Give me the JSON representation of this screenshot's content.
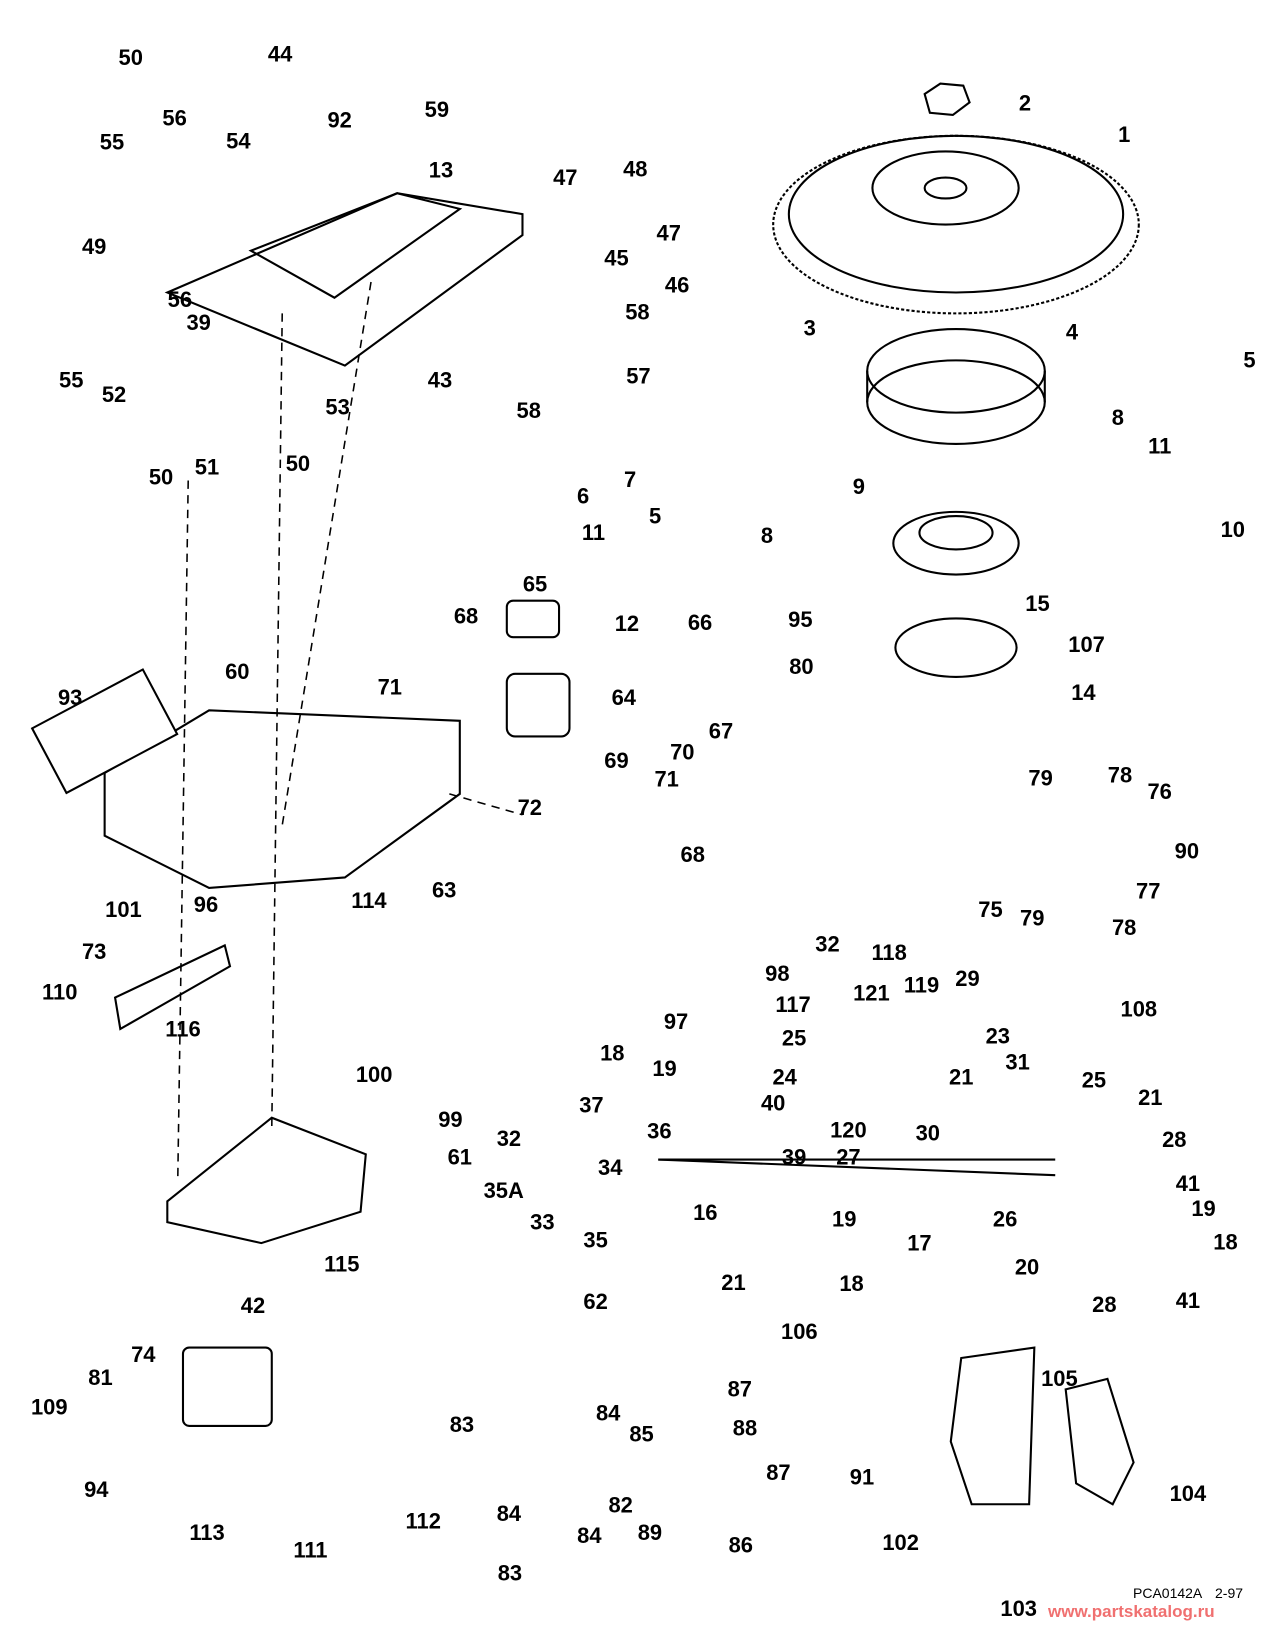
{
  "diagram": {
    "callouts": [
      "50",
      "44",
      "56",
      "54",
      "92",
      "59",
      "13",
      "47",
      "48",
      "47",
      "45",
      "46",
      "55",
      "49",
      "56",
      "39",
      "55",
      "52",
      "53",
      "43",
      "58",
      "57",
      "58",
      "50",
      "51",
      "50",
      "2",
      "1",
      "3",
      "4",
      "5",
      "8",
      "7",
      "6",
      "5",
      "8",
      "9",
      "11",
      "10",
      "11",
      "12",
      "65",
      "68",
      "66",
      "60",
      "93",
      "71",
      "64",
      "70",
      "67",
      "69",
      "71",
      "72",
      "68",
      "63",
      "114",
      "95",
      "15",
      "107",
      "80",
      "14",
      "79",
      "78",
      "76",
      "90",
      "77",
      "75",
      "79",
      "78",
      "101",
      "96",
      "73",
      "110",
      "116",
      "100",
      "99",
      "61",
      "115",
      "98",
      "32",
      "118",
      "29",
      "97",
      "117",
      "121",
      "119",
      "23",
      "108",
      "18",
      "25",
      "31",
      "19",
      "24",
      "21",
      "25",
      "40",
      "37",
      "36",
      "32",
      "120",
      "30",
      "21",
      "28",
      "39",
      "27",
      "34",
      "41",
      "35A",
      "16",
      "19",
      "26",
      "19",
      "33",
      "35",
      "18",
      "17",
      "21",
      "18",
      "20",
      "62",
      "28",
      "41",
      "42",
      "106",
      "74",
      "81",
      "109",
      "105",
      "87",
      "84",
      "83",
      "85",
      "88",
      "91",
      "104",
      "87",
      "94",
      "113",
      "112",
      "84",
      "82",
      "111",
      "84",
      "89",
      "86",
      "102",
      "83",
      "103"
    ],
    "drawing_code": "PCA0142A",
    "drawing_date": "2-97",
    "watermark": "www.partskatalog.ru"
  },
  "colors": {
    "line": "#000000",
    "watermark": "#f07070"
  }
}
